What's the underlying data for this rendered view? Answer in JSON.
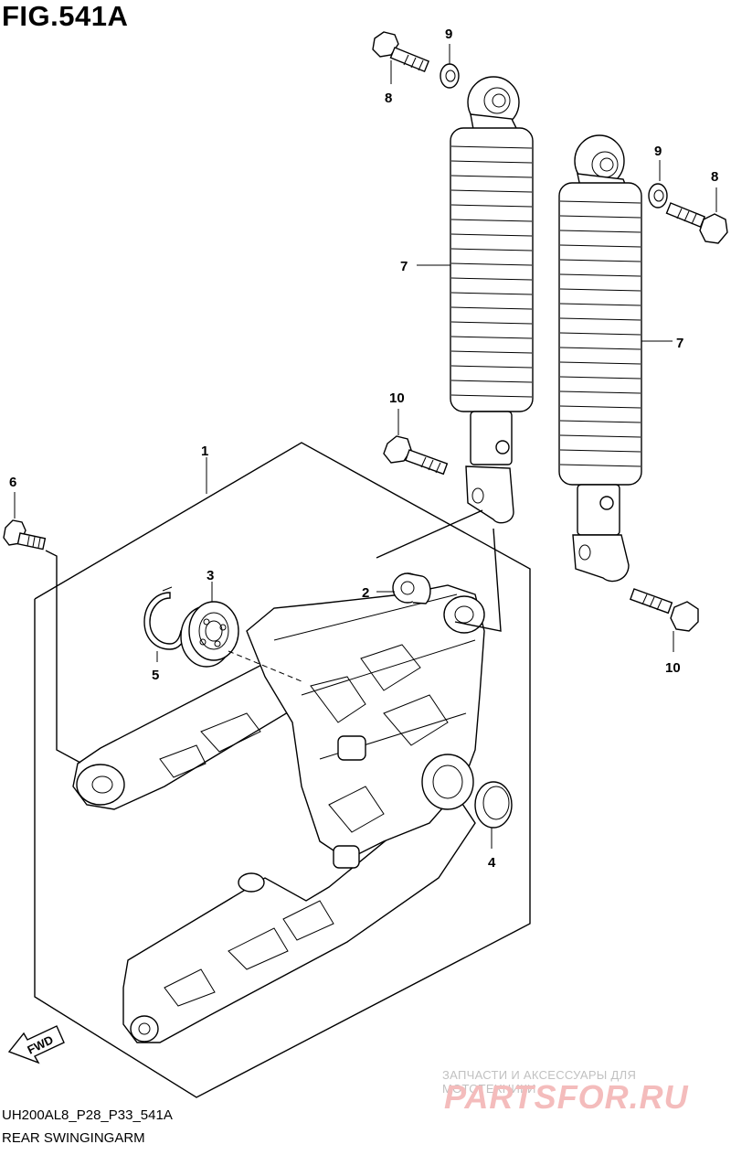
{
  "header": {
    "figure_title": "FIG.541A"
  },
  "footer": {
    "code": "UH200AL8_P28_P33_541A",
    "caption": "REAR SWINGINGARM"
  },
  "watermark": {
    "tagline": "ЗАПЧАСТИ И АКСЕССУАРЫ ДЛЯ МОТОТЕХНИКИ",
    "brand": "PARTSFOR.RU"
  },
  "direction_badge": {
    "label": "FWD"
  },
  "callouts": {
    "swingarm": "1",
    "spacer": "2",
    "bearing": "3",
    "seal": "4",
    "circlip": "5",
    "pivot_bolt": "6",
    "shock_left": "7",
    "shock_right": "7",
    "upper_bolt_left": "8",
    "upper_bolt_right": "8",
    "washer_left": "9",
    "washer_right": "9",
    "lower_bolt_left": "10",
    "lower_bolt_right": "10"
  }
}
